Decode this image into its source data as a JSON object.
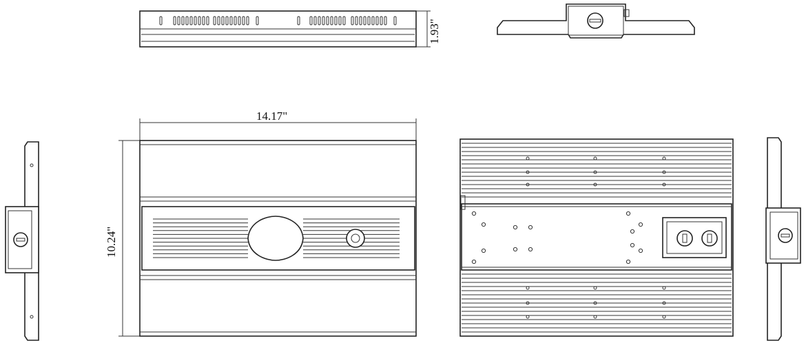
{
  "dimensions": {
    "height": "1.93\"",
    "width": "14.17\"",
    "depth": "10.24\""
  },
  "colors": {
    "line": "#222222",
    "background": "#ffffff"
  }
}
